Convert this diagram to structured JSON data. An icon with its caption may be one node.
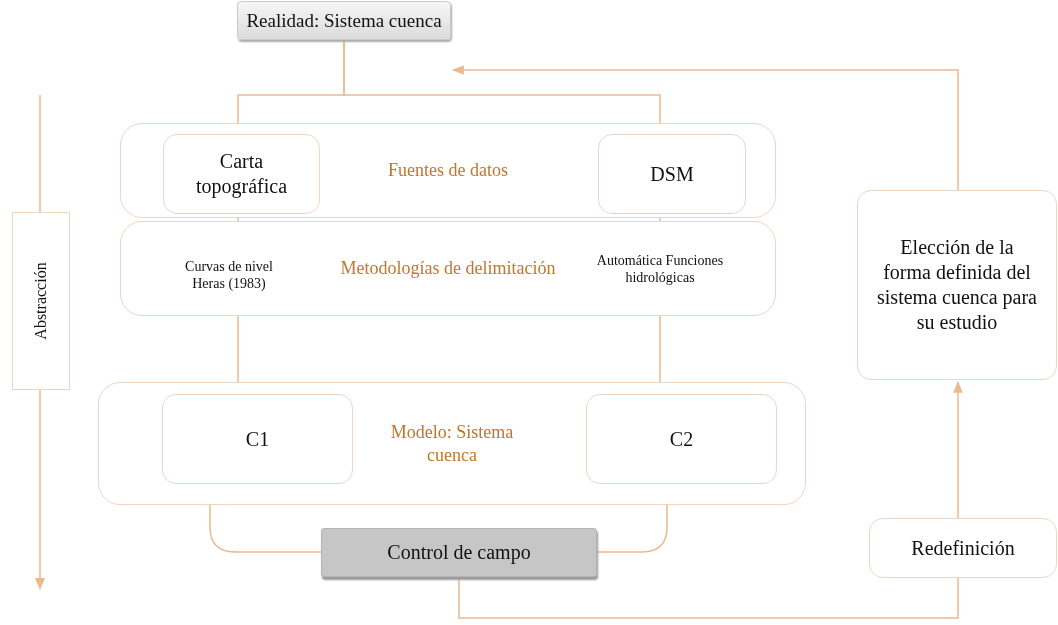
{
  "diagram": {
    "nodes": [
      {
        "text": [
          "Realidad: Sistema cuenca"
        ]
      },
      {
        "text": [
          "Fuentes de datos"
        ]
      },
      {
        "text": [
          "Carta topográfica"
        ],
        "in": 1
      },
      {
        "text": [
          "DSM"
        ],
        "in": 1
      },
      {
        "text": [
          "Metodologías de delimitación"
        ]
      },
      {
        "text": [
          "Curvas de nivel Heras (1983)"
        ],
        "in": 4
      },
      {
        "text": [
          "Automática Funciones hidrológicas"
        ],
        "in": 4
      },
      {
        "text": [
          "Modelo: Sistema cuenca"
        ]
      },
      {
        "text": [
          "C1"
        ],
        "in": 7
      },
      {
        "text": [
          "C2"
        ],
        "in": 7
      },
      {
        "text": [
          "Control de campo"
        ]
      },
      {
        "text": [
          "Elección de la forma definida del sistema cuenca para su estudio"
        ]
      },
      {
        "text": [
          "Redefinición"
        ]
      },
      {
        "text": [
          "Abstracción"
        ]
      }
    ],
    "edges": [
      {
        "from": 0,
        "to": 2,
        "arrow": "none"
      },
      {
        "from": 0,
        "to": 3,
        "arrow": "none"
      },
      {
        "from": 2,
        "to": 5,
        "arrow": "none"
      },
      {
        "from": 3,
        "to": 6,
        "arrow": "none"
      },
      {
        "from": 5,
        "to": 8,
        "arrow": "none"
      },
      {
        "from": 6,
        "to": 9,
        "arrow": "none"
      },
      {
        "from": 8,
        "to": 10,
        "arrow": "none"
      },
      {
        "from": 9,
        "to": 10,
        "arrow": "none"
      },
      {
        "from": 10,
        "to": 12,
        "arrow": "none"
      },
      {
        "from": 12,
        "to": 11,
        "arrow": "to"
      },
      {
        "from": 11,
        "to": 0,
        "arrow": "to"
      }
    ]
  }
}
